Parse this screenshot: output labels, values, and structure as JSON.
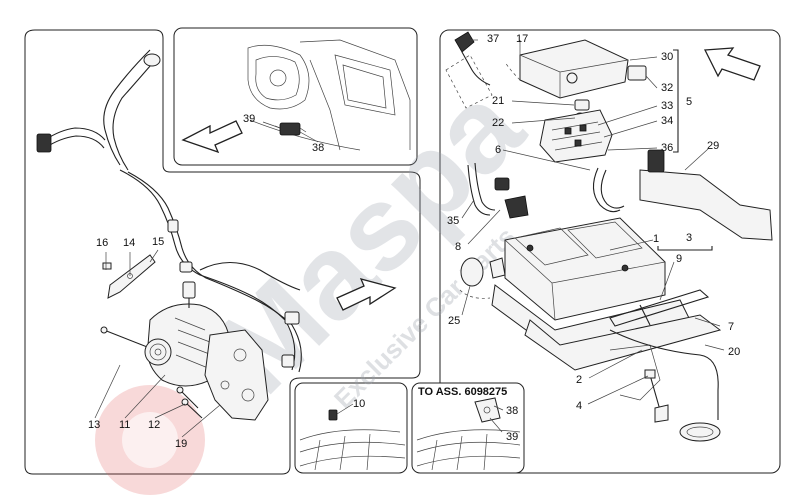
{
  "diagram": {
    "inset_title": "TO ASS. 6098275",
    "watermark": {
      "brand": "Maspa",
      "tagline": "Exclusive Car Parts"
    },
    "callouts": {
      "n1": "1",
      "n2": "2",
      "n3": "3",
      "n4": "4",
      "n5": "5",
      "n6": "6",
      "n7": "7",
      "n8": "8",
      "n9": "9",
      "n10": "10",
      "n11": "11",
      "n12": "12",
      "n13": "13",
      "n14": "14",
      "n15": "15",
      "n16": "16",
      "n17": "17",
      "n19": "19",
      "n20": "20",
      "n21": "21",
      "n22": "22",
      "n25": "25",
      "n29": "29",
      "n30": "30",
      "n32": "32",
      "n33": "33",
      "n34": "34",
      "n35": "35",
      "n36": "36",
      "n37": "37",
      "n38a": "38",
      "n38b": "38",
      "n39a": "39",
      "n39b": "39"
    }
  }
}
